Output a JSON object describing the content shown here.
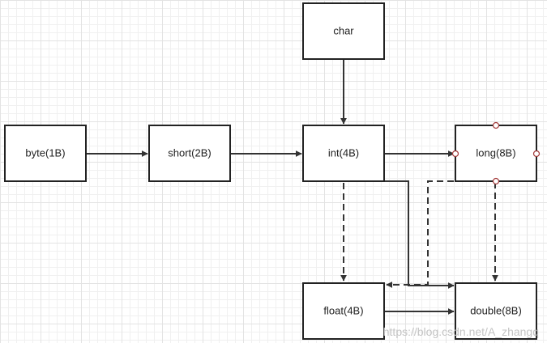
{
  "nodes": {
    "char": "char",
    "byte": "byte(1B)",
    "short": "short(2B)",
    "int": "int(4B)",
    "long": "long(8B)",
    "float": "float(4B)",
    "double": "double(8B)"
  },
  "watermark": "https://blog.csdn.net/A_zhangq"
}
